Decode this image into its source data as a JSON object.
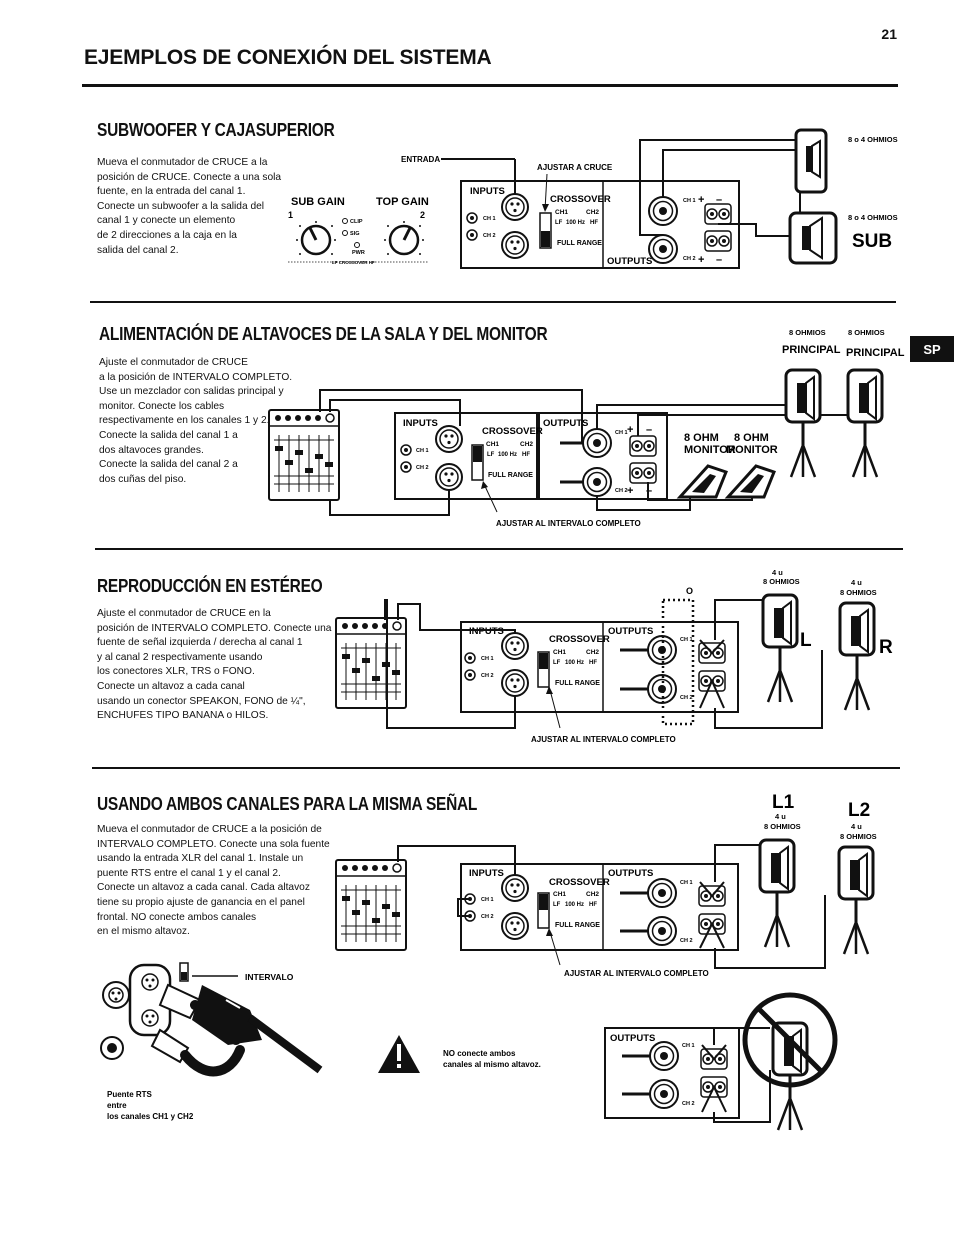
{
  "page": {
    "number": "21",
    "title": "EJEMPLOS DE CONEXIÓN DEL SISTEMA",
    "lang_tab": "SP"
  },
  "panel": {
    "inputs": "INPUTS",
    "crossover": "CROSSOVER",
    "outputs": "OUTPUTS",
    "full_range": "FULL RANGE",
    "ch1": "CH1",
    "ch2": "CH2",
    "ch1_small": "CH 1",
    "ch2_small": "CH 2",
    "freq": "100 Hz",
    "lf": "LF",
    "hf": "HF",
    "plus": "+",
    "minus": "–"
  },
  "sections": [
    {
      "title": "SUBWOOFER Y CAJASUPERIOR",
      "text": "Mueva el conmutador de CRUCE a la\nposición de CRUCE. Conecte a una sola\nfuente, en la entrada del canal 1.\nConecte un subwoofer a la salida del\ncanal 1 y conecte un elemento\nde 2 direcciones a la caja en la\nsalida del canal 2.",
      "labels": {
        "entrada": "ENTRADA",
        "ajustar": "AJUSTAR A CRUCE",
        "sub_gain": "SUB GAIN",
        "top_gain": "TOP GAIN",
        "knob1": "1",
        "knob2": "2",
        "clip": "CLIP",
        "sig": "SIG",
        "pwr": "PWR",
        "lf_crossover_hf": "LF CROSSOVER HF",
        "ohms_top": "8 o 4 OHMIOS",
        "ohms_sub": "8 o 4 OHMIOS",
        "sub": "SUB"
      }
    },
    {
      "title": "ALIMENTACIÓN DE ALTAVOCES DE LA SALA Y DEL MONITOR",
      "text": "Ajuste el conmutador de CRUCE\na la posición de INTERVALO COMPLETO.\nUse un mezclador con salidas principal y\nmonitor. Conecte los cables\nrespectivamente en los canales 1 y 2.\nConecte la salida del canal 1 a\ndos altavoces grandes.\nConecte la salida del canal 2 a\ndos cuñas del piso.",
      "labels": {
        "ohms_a": "8 OHMIOS",
        "ohms_b": "8 OHMIOS",
        "principal_a": "PRINCIPAL",
        "principal_b": "PRINCIPAL",
        "monitor_a": "8 OHM\nMONITOR",
        "monitor_b": "8 OHM\nMONITOR",
        "ajustar": "AJUSTAR AL INTERVALO COMPLETO"
      }
    },
    {
      "title": "REPRODUCCIÓN EN ESTÉREO",
      "text": "Ajuste el conmutador de CRUCE en la\nposición de INTERVALO COMPLETO. Conecte una\nfuente de señal izquierda / derecha al canal 1\ny al canal 2 respectivamente usando\nlos conectores XLR, TRS o FONO.\nConecte un altavoz a cada canal\nusando un conector SPEAKON, FONO de ¼\",\nENCHUFES TIPO BANANA o HILOS.",
      "labels": {
        "o": "O",
        "ohms_l": "4 u\n8 OHMIOS",
        "ohms_r": "4 u\n8 OHMIOS",
        "l": "L",
        "r": "R",
        "ajustar": "AJUSTAR AL INTERVALO COMPLETO"
      }
    },
    {
      "title": "USANDO AMBOS CANALES PARA LA MISMA SEÑAL",
      "text": "Mueva el conmutador de CRUCE a la posición de\nINTERVALO COMPLETO. Conecte una sola fuente\nusando la entrada XLR del canal 1. Instale un\npuente RTS entre el canal 1 y el canal 2.\nConecte un altavoz a cada canal. Cada altavoz\ntiene su propio ajuste de ganancia en el panel\nfrontal. NO conecte ambos canales\nen el mismo altavoz.",
      "labels": {
        "l1": "L1",
        "l2": "L2",
        "ohms_l1": "4 u\n8 OHMIOS",
        "ohms_l2": "4 u\n8 OHMIOS",
        "ajustar": "AJUSTAR AL INTERVALO COMPLETO",
        "intervalo": "INTERVALO",
        "puente": "Puente RTS\nentre\nlos canales CH1 y CH2",
        "warning": "NO conecte ambos\ncanales al mismo altavoz."
      }
    }
  ]
}
